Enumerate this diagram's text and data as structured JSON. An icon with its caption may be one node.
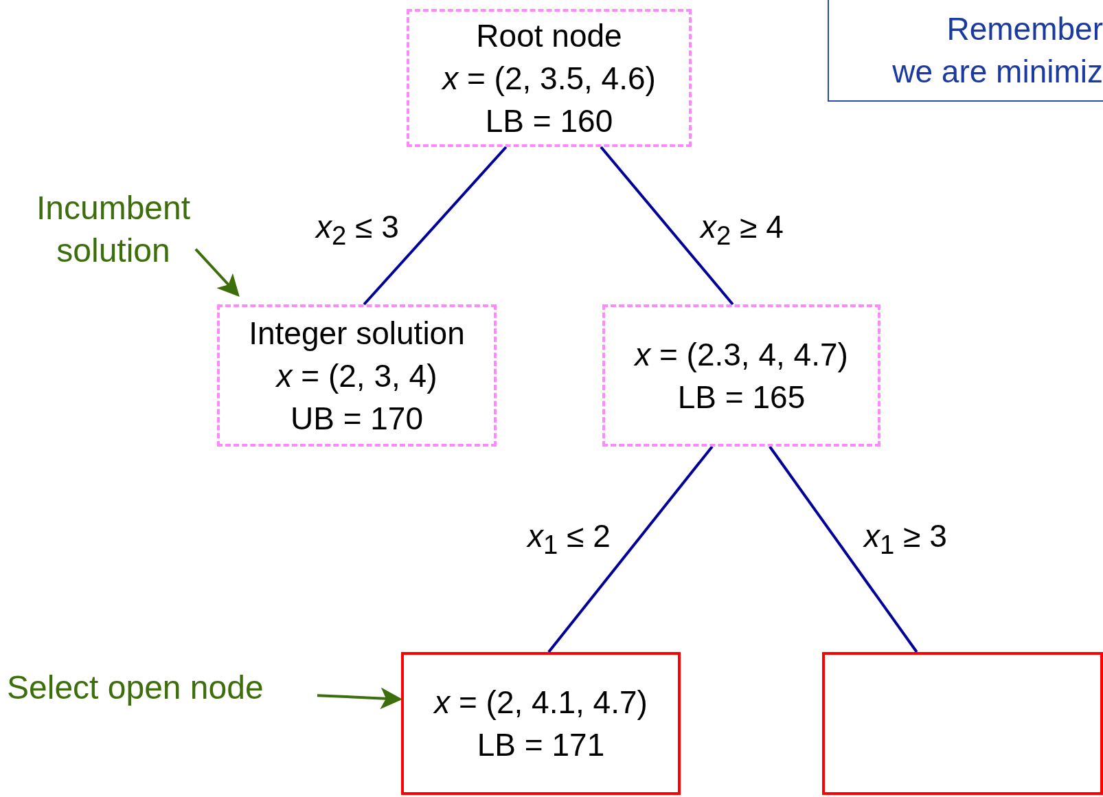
{
  "diagram": {
    "nodes": [
      {
        "text": [
          "Root node",
          "*x* = (2, 3.5, 4.6)",
          "LB = 160"
        ]
      },
      {
        "text": [
          "Integer solution",
          "*x* = (2, 3, 4)",
          "UB = 170"
        ]
      },
      {
        "text": [
          "*x* = (2.3, 4, 4.7)",
          "LB = 165"
        ]
      },
      {
        "text": [
          "*x* = (2, 4.1, 4.7)",
          "LB = 171"
        ]
      },
      {
        "text": [],
        "shape": "box"
      },
      {
        "text": [
          "Incumbent solution"
        ]
      },
      {
        "text": [
          "Select open node"
        ]
      },
      {
        "text": [
          "Remember",
          "we are minimiz"
        ]
      }
    ],
    "edges": [
      {
        "from": 0,
        "to": 1,
        "arrow": "none",
        "label": "*x*$_{2}$ ≤ 3"
      },
      {
        "from": 0,
        "to": 2,
        "arrow": "none",
        "label": "*x*$_{2}$ ≥ 4"
      },
      {
        "from": 2,
        "to": 3,
        "arrow": "none",
        "label": "*x*$_{1}$ ≤ 2"
      },
      {
        "from": 2,
        "to": 4,
        "arrow": "none",
        "label": "*x*$_{1}$ ≥ 3"
      },
      {
        "from": 5,
        "to": 1,
        "arrow": "to",
        "color": "#3d6e0c"
      },
      {
        "from": 6,
        "to": 3,
        "arrow": "to",
        "color": "#3d6e0c"
      }
    ]
  }
}
